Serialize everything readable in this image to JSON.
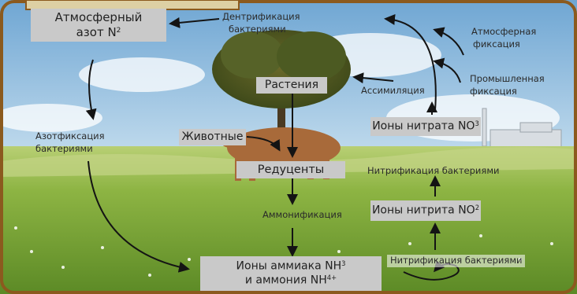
{
  "nodes": {
    "n2": {
      "line1": "Атмосферный",
      "line2": "азот N",
      "sup": "2"
    },
    "plants": {
      "text": "Растения"
    },
    "animals": {
      "text": "Животные"
    },
    "reducers": {
      "text": "Редуценты"
    },
    "nitrate": {
      "text": "Ионы нитрата NO",
      "sup": "3"
    },
    "nitrite": {
      "text": "Ионы нитрита NO",
      "sup": "2"
    },
    "ammonia": {
      "line1": "Ионы аммиака NH",
      "line1_sup": "3",
      "line2": "и аммония NH",
      "line2_sup": "4+"
    }
  },
  "labels": {
    "denitrification": [
      "Дентрификация",
      "бактериями"
    ],
    "atm_fixation": [
      "Атмосферная",
      "фиксация"
    ],
    "ind_fixation": [
      "Промышленная",
      "фиксация"
    ],
    "assimilation": "Ассимиляция",
    "azotfixation": [
      "Азотфиксация",
      "бактериями"
    ],
    "nitrification_upper": "Нитрификация бактериями",
    "ammonification": "Аммонификация",
    "nitrification_lower": "Нитрификация бактериями"
  },
  "colors": {
    "frame": "#8b5a1e",
    "box": "#c9c9c9",
    "arrow": "#141414",
    "sky": "#9dc6e4",
    "grass": "#7ba33a"
  }
}
